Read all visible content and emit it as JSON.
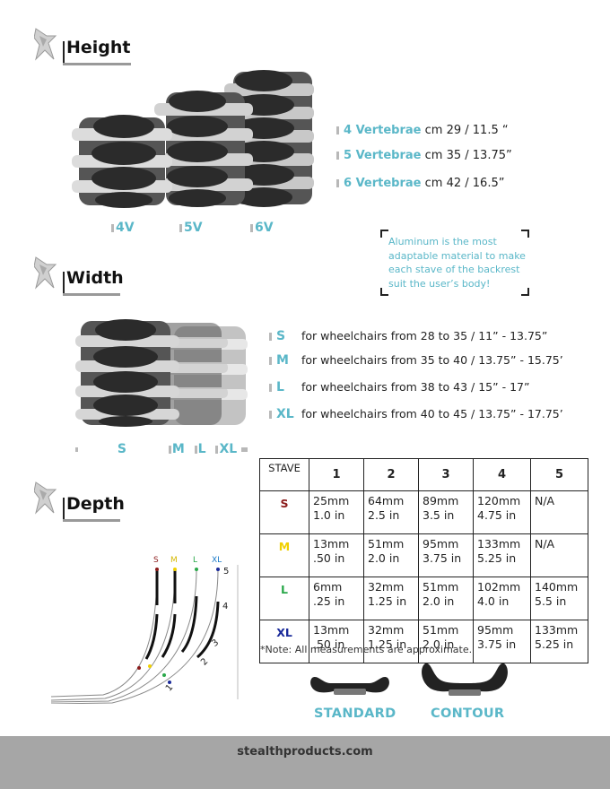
{
  "sections": {
    "height": "Height",
    "width": "Width",
    "depth": "Depth"
  },
  "height": {
    "rows": [
      {
        "label": "4 Vertebrae",
        "value": "cm 29 / 11.5 “"
      },
      {
        "label": "5 Vertebrae",
        "value": "cm 35 / 13.75”"
      },
      {
        "label": "6 Vertebrae",
        "value": "cm 42 / 16.5”"
      }
    ],
    "bottom_labels": [
      "4V",
      "5V",
      "6V"
    ],
    "note": "Aluminum is the most adaptable material to make each stave of the backrest suit the user’s body!"
  },
  "width": {
    "rows": [
      {
        "label": "S",
        "value": "for wheelchairs from 28 to 35 / 11” - 13.75”"
      },
      {
        "label": "M",
        "value": "for wheelchairs from 35 to 40 / 13.75” - 15.75’"
      },
      {
        "label": "L",
        "value": "for wheelchairs from 38 to 43 / 15” - 17”"
      },
      {
        "label": "XL",
        "value": "for wheelchairs from 40 to 45 / 13.75” - 17.75’"
      }
    ],
    "bottom_labels": [
      "S",
      "M",
      "L",
      "XL"
    ]
  },
  "depth": {
    "diagram_size_labels": [
      "S",
      "M",
      "L",
      "XL"
    ],
    "diagram_stave_numbers": [
      "1",
      "2",
      "3",
      "4",
      "5"
    ],
    "table": {
      "header": [
        "STAVE",
        "1",
        "2",
        "3",
        "4",
        "5"
      ],
      "rows": [
        {
          "size": "S",
          "cells": [
            [
              "25mm",
              "1.0 in"
            ],
            [
              "64mm",
              "2.5 in"
            ],
            [
              "89mm",
              "3.5 in"
            ],
            [
              "120mm",
              "4.75 in"
            ],
            [
              "N/A",
              ""
            ]
          ]
        },
        {
          "size": "M",
          "cells": [
            [
              "13mm",
              ".50 in"
            ],
            [
              "51mm",
              "2.0 in"
            ],
            [
              "95mm",
              "3.75 in"
            ],
            [
              "133mm",
              "5.25 in"
            ],
            [
              "N/A",
              ""
            ]
          ]
        },
        {
          "size": "L",
          "cells": [
            [
              "6mm",
              ".25 in"
            ],
            [
              "32mm",
              "1.25 in"
            ],
            [
              "51mm",
              "2.0 in"
            ],
            [
              "102mm",
              "4.0 in"
            ],
            [
              "140mm",
              "5.5 in"
            ]
          ]
        },
        {
          "size": "XL",
          "cells": [
            [
              "13mm",
              ".50 in"
            ],
            [
              "32mm",
              "1.25 in"
            ],
            [
              "51mm",
              "2.0 in"
            ],
            [
              "95mm",
              "3.75 in"
            ],
            [
              "133mm",
              "5.25 in"
            ]
          ]
        }
      ],
      "note": "*Note: All measurements are approximate."
    },
    "shapes": [
      "STANDARD",
      "CONTOUR"
    ]
  },
  "size_colors": {
    "S": "#8b1a1a",
    "M": "#f0d000",
    "L": "#2aa84a",
    "XL": "#1a2a9a"
  },
  "accent": "#5ab7c8",
  "footer": "stealthproducts.com"
}
